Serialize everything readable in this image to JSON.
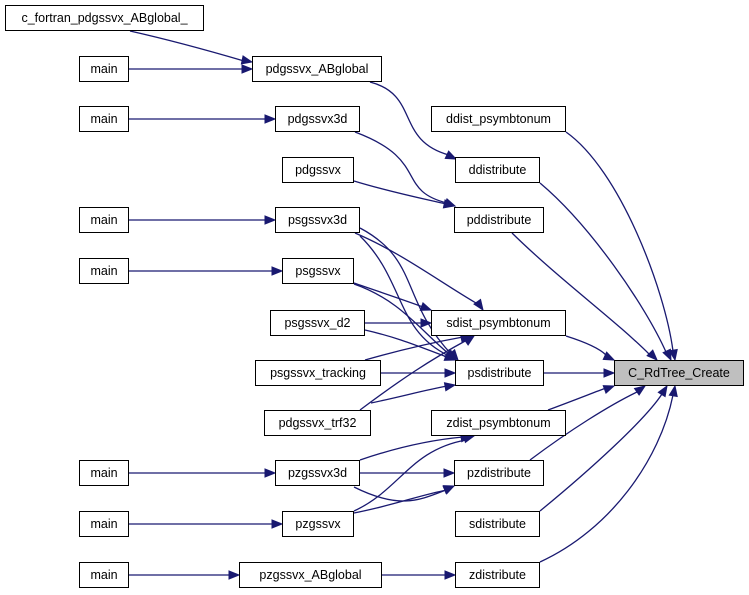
{
  "graph": {
    "colors": {
      "edge": "#191970",
      "root_fill": "#bfbfbf",
      "node_fill": "#ffffff",
      "border": "#000000"
    },
    "root": "C_RdTree_Create",
    "nodes": {
      "c_fortran": "c_fortran_pdgssvx_ABglobal_",
      "main_1": "main",
      "pdgssvx_ABglobal": "pdgssvx_ABglobal",
      "main_2": "main",
      "pdgssvx3d": "pdgssvx3d",
      "ddist_psymbtonum": "ddist_psymbtonum",
      "ddistribute": "ddistribute",
      "pdgssvx": "pdgssvx",
      "pddistribute": "pddistribute",
      "main_3": "main",
      "psgssvx3d": "psgssvx3d",
      "main_4": "main",
      "psgssvx": "psgssvx",
      "psgssvx_d2": "psgssvx_d2",
      "sdist_psymbtonum": "sdist_psymbtonum",
      "psgssvx_tracking": "psgssvx_tracking",
      "psdistribute": "psdistribute",
      "C_RdTree_Create": "C_RdTree_Create",
      "pdgssvx_trf32": "pdgssvx_trf32",
      "zdist_psymbtonum": "zdist_psymbtonum",
      "main_5": "main",
      "pzgssvx3d": "pzgssvx3d",
      "pzdistribute": "pzdistribute",
      "main_6": "main",
      "pzgssvx": "pzgssvx",
      "sdistribute": "sdistribute",
      "main_7": "main",
      "pzgssvx_ABglobal": "pzgssvx_ABglobal",
      "zdistribute": "zdistribute"
    }
  }
}
